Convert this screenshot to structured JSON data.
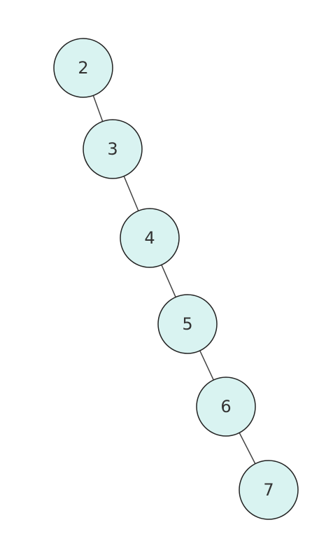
{
  "tree": {
    "nodes": [
      {
        "id": "n2",
        "label": "2"
      },
      {
        "id": "n3",
        "label": "3"
      },
      {
        "id": "n4",
        "label": "4"
      },
      {
        "id": "n5",
        "label": "5"
      },
      {
        "id": "n6",
        "label": "6"
      },
      {
        "id": "n7",
        "label": "7"
      }
    ],
    "edges": [
      {
        "from": "n2",
        "to": "n3"
      },
      {
        "from": "n3",
        "to": "n4"
      },
      {
        "from": "n4",
        "to": "n5"
      },
      {
        "from": "n5",
        "to": "n6"
      },
      {
        "from": "n6",
        "to": "n7"
      }
    ],
    "colors": {
      "node_fill": "#d9f3f1",
      "node_stroke": "#222222",
      "edge": "#444444",
      "text": "#333333"
    }
  }
}
